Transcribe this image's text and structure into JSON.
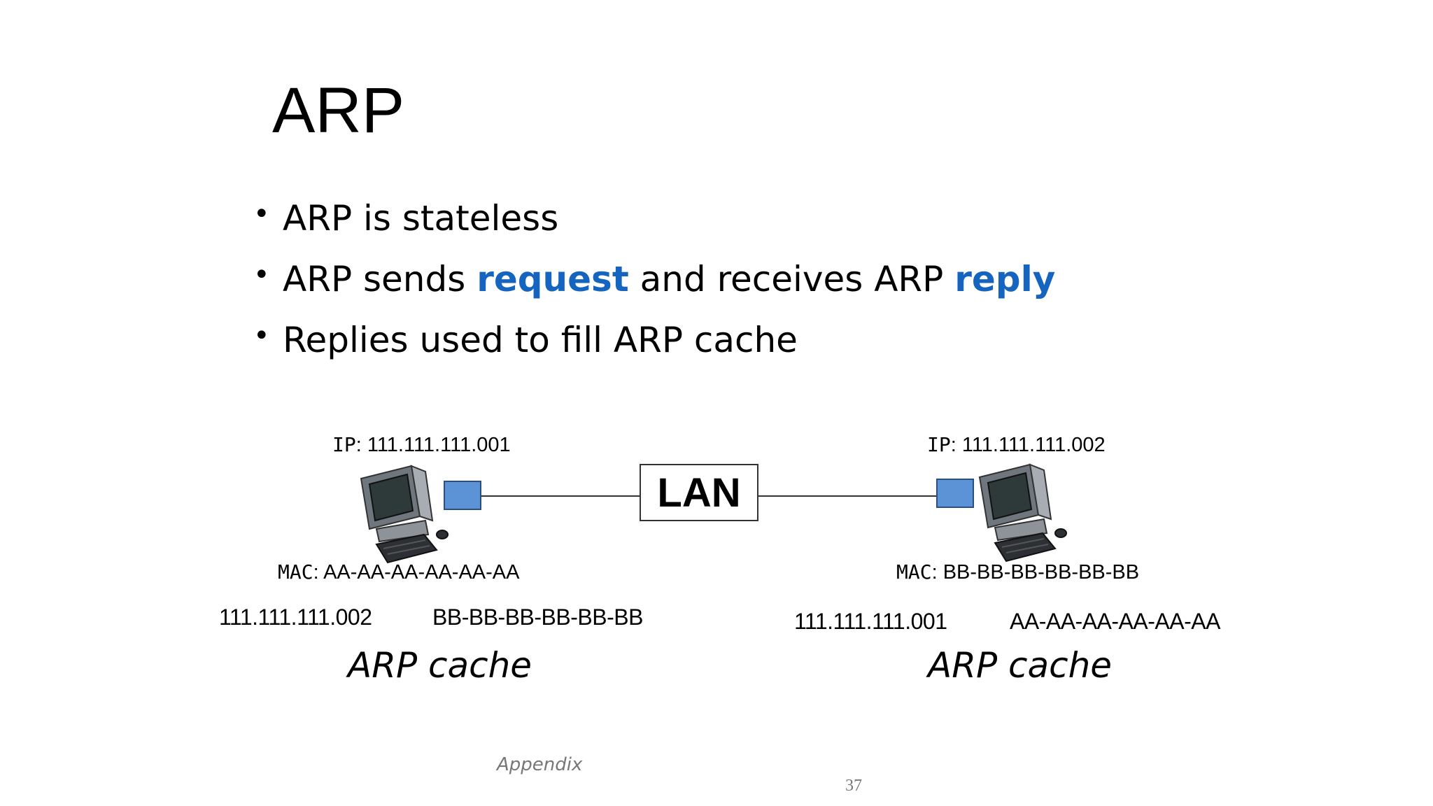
{
  "slide": {
    "title": "ARP",
    "bullets": [
      {
        "segments": [
          {
            "text": "ARP is stateless",
            "highlight": false
          }
        ]
      },
      {
        "segments": [
          {
            "text": "ARP sends ",
            "highlight": false
          },
          {
            "text": "request",
            "highlight": true
          },
          {
            "text": " and receives ARP ",
            "highlight": false
          },
          {
            "text": "reply",
            "highlight": true
          }
        ]
      },
      {
        "segments": [
          {
            "text": "Replies used to fill ARP cache",
            "highlight": false
          }
        ]
      }
    ],
    "highlight_color": "#1565c0"
  },
  "diagram": {
    "lan_label": "LAN",
    "left_host": {
      "ip_key": "IP",
      "ip_value": "111.111.111.001",
      "mac_key": "MAC",
      "mac_value": "AA-AA-AA-AA-AA-AA",
      "cache": {
        "ip": "111.111.111.002",
        "mac": "BB-BB-BB-BB-BB-BB"
      },
      "cache_title": "ARP cache",
      "icon": "desktop-computer-icon"
    },
    "right_host": {
      "ip_key": "IP",
      "ip_value": "111.111.111.002",
      "mac_key": "MAC",
      "mac_value": "BB-BB-BB-BB-BB-BB",
      "cache": {
        "ip": "111.111.111.001",
        "mac": "AA-AA-AA-AA-AA-AA"
      },
      "cache_title": "ARP cache",
      "icon": "desktop-computer-icon"
    },
    "nic_color": "#5b93d6"
  },
  "footer": {
    "left": "Appendix",
    "page_number": "37"
  }
}
